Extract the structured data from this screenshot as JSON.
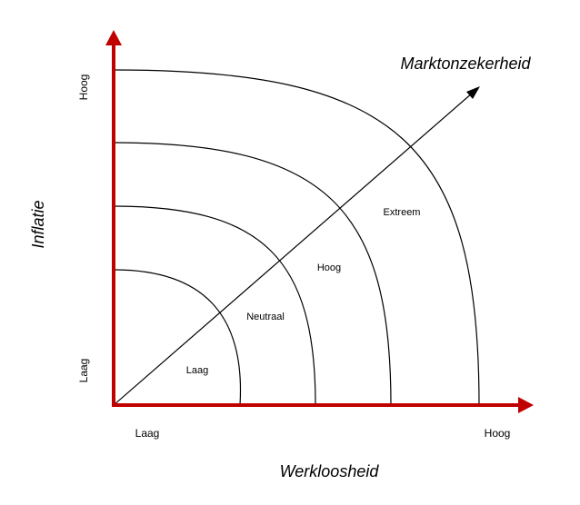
{
  "labels": {
    "y_axis_title": "Inflatie",
    "x_axis_title": "Werkloosheid",
    "diagonal_title": "Marktonzekerheid",
    "y_low": "Laag",
    "y_high": "Hoog",
    "x_low": "Laag",
    "x_high": "Hoog"
  },
  "zones": [
    "Laag",
    "Neutraal",
    "Hoog",
    "Extreem"
  ],
  "colors": {
    "axis": "#c00000",
    "lines": "#000000",
    "background": "#ffffff"
  }
}
